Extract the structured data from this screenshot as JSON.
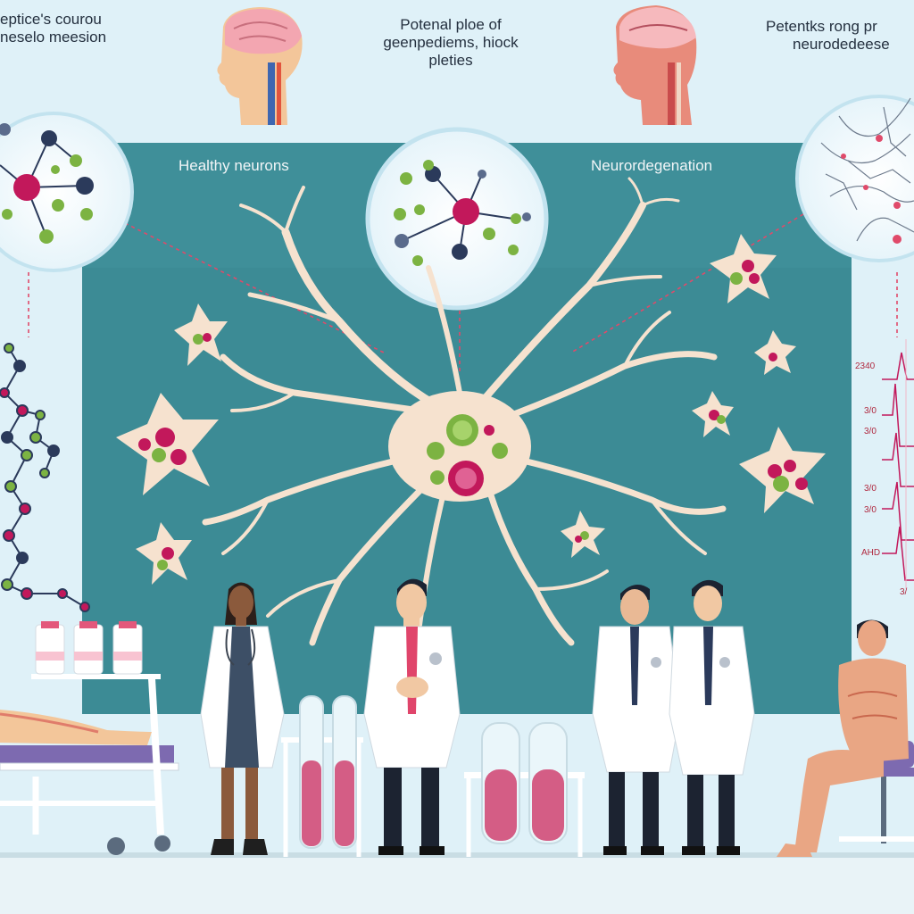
{
  "texts": {
    "top_left_line1": "eptice's courou",
    "top_left_line2": "neselo meesion",
    "top_center_line1": "Potenal ploe of",
    "top_center_line2": "geenpediems, hiock",
    "top_center_line3": "pleties",
    "top_right_line1": "Petentks rong pr",
    "top_right_line2": "neurodedeese",
    "healthy": "Healthy neurons",
    "neurodeg": "Neurordegenation"
  },
  "chart_labels": [
    "2340",
    "3/0",
    "3/0",
    "3/0",
    "3/0",
    "AHD",
    "3/"
  ],
  "colors": {
    "background": "#dff1f8",
    "panel": "#3f8f99",
    "neuron": "#f6e2cf",
    "magenta": "#c2185b",
    "green": "#7cb342",
    "navy": "#2b3a5b",
    "sample": "#d45d85"
  }
}
